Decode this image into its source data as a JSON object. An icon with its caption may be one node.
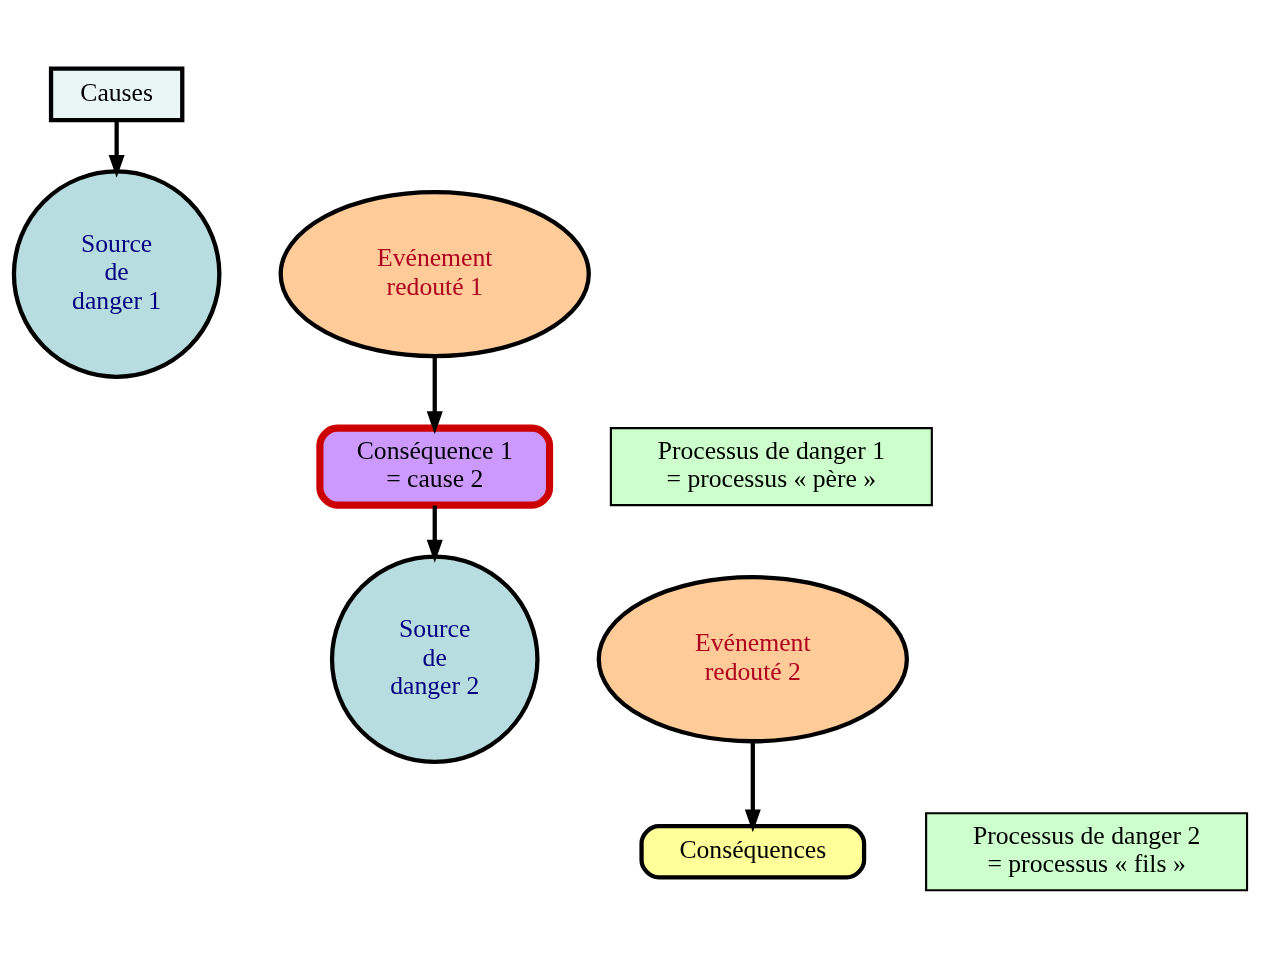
{
  "diagram": {
    "nodes": [
      {
        "text": [
          "Causes"
        ]
      },
      {
        "text": [
          "Source de danger 1"
        ]
      },
      {
        "text": [
          "Evénement redouté 1"
        ]
      },
      {
        "text": [
          "Conséquence 1 = cause 2"
        ]
      },
      {
        "text": [
          "Source de danger 2"
        ]
      },
      {
        "text": [
          "Evénement redouté 2"
        ]
      },
      {
        "text": [
          "Conséquences"
        ]
      },
      {
        "text": [
          "Processus de danger 1 = processus « père »"
        ]
      },
      {
        "text": [
          "Processus de danger 2 = processus « fils »"
        ]
      }
    ],
    "edges": [
      {
        "from": 0,
        "to": 1,
        "arrow": "to"
      },
      {
        "from": 2,
        "to": 3,
        "arrow": "to"
      },
      {
        "from": 3,
        "to": 4,
        "arrow": "to"
      },
      {
        "from": 5,
        "to": 6,
        "arrow": "to"
      }
    ]
  }
}
